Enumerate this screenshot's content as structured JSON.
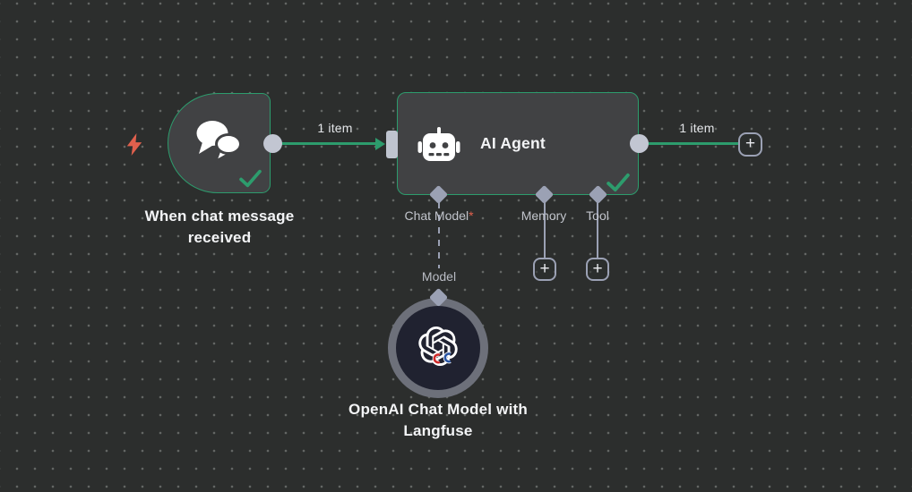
{
  "canvas": {
    "background": "#2c2e2d",
    "accent_green": "#2d9c6d",
    "node_background": "#414244",
    "connector_gray": "#c2c6d2",
    "diamond_gray": "#9ba1b4",
    "trigger_bolt_red": "#e0604d",
    "openai_node_background": "#202230",
    "openai_ring_gray": "#6d707a"
  },
  "nodes": {
    "chat_trigger": {
      "label": "When chat message received"
    },
    "ai_agent": {
      "title": "AI Agent",
      "sub_inputs": [
        {
          "label": "Chat Model",
          "required_mark": "*"
        },
        {
          "label": "Memory"
        },
        {
          "label": "Tool"
        }
      ]
    },
    "openai_model": {
      "label": "OpenAI Chat Model with Langfuse",
      "input_label": "Model"
    }
  },
  "edges": {
    "trigger_to_agent": {
      "label": "1 item"
    },
    "agent_output": {
      "label": "1 item"
    }
  },
  "icons": {
    "plus": "+"
  }
}
